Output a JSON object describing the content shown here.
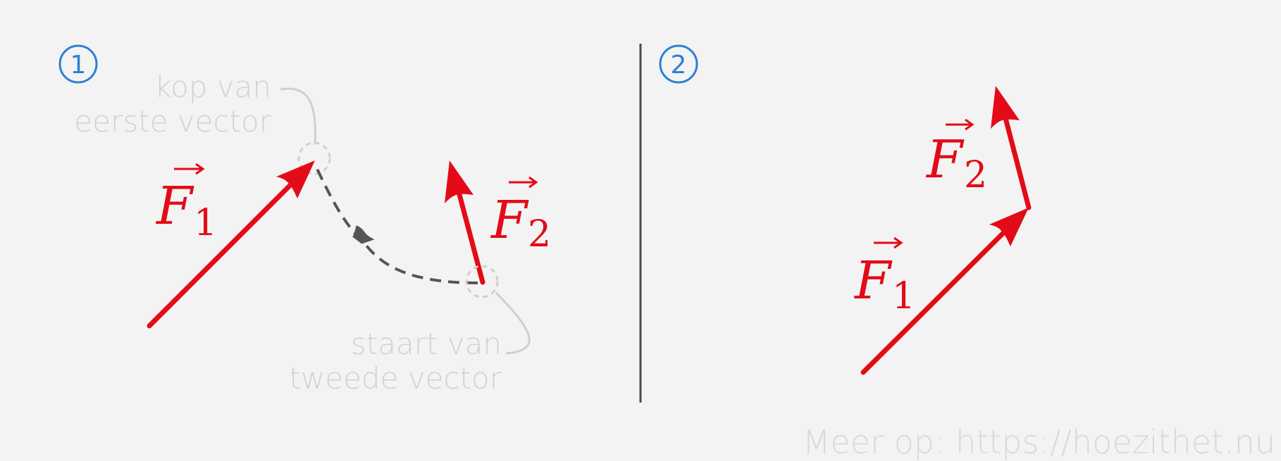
{
  "panels": {
    "panel1": {
      "number": "1",
      "head_label": [
        "kop van",
        "eerste vector"
      ],
      "tail_label": [
        "staart van",
        "tweede vector"
      ],
      "vector1": {
        "symbol": "F",
        "subscript": "1"
      },
      "vector2": {
        "symbol": "F",
        "subscript": "2"
      }
    },
    "panel2": {
      "number": "2",
      "vector1": {
        "symbol": "F",
        "subscript": "1"
      },
      "vector2": {
        "symbol": "F",
        "subscript": "2"
      }
    }
  },
  "footer": "Meer op: https://hoezithet.nu",
  "colors": {
    "vector": "#e30b17",
    "panel_number": "#2d7fd6",
    "annotation": "#cfcfcf",
    "divider": "#4a4a4a",
    "move_arrow": "#555555",
    "background": "#f3f3f3"
  }
}
